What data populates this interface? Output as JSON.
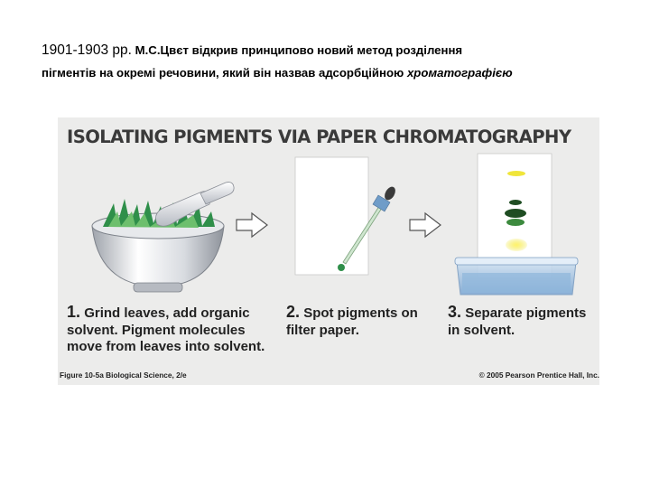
{
  "intro": {
    "years": "1901-1903 рр.",
    "text_a": "М.С.Цвєт відкрив принципово новий метод розділення",
    "text_b": "пігментів на окремі речовини, який він назвав адсорбційною ",
    "term": "хроматографією"
  },
  "figure": {
    "title": "ISOLATING PIGMENTS VIA PAPER CHROMATOGRAPHY",
    "steps": [
      {
        "number": "1.",
        "lines": [
          "Grind leaves, add organic",
          "solvent. Pigment molecules",
          "move from leaves into solvent."
        ]
      },
      {
        "number": "2.",
        "lines": [
          "Spot pigments on",
          "filter paper."
        ]
      },
      {
        "number": "3.",
        "lines": [
          "Separate pigments",
          "in solvent."
        ]
      }
    ],
    "caption_left": "Figure 10-5a  Biological Science, 2/e",
    "caption_right": "© 2005 Pearson Prentice Hall, Inc.",
    "colors": {
      "panel_bg": "#ececeb",
      "leaf_green": "#2f8f4a",
      "pigment_yellow": "#f0e53a",
      "pigment_dark_green": "#1f4d22",
      "solvent_blue": "#8fb6dc"
    }
  }
}
